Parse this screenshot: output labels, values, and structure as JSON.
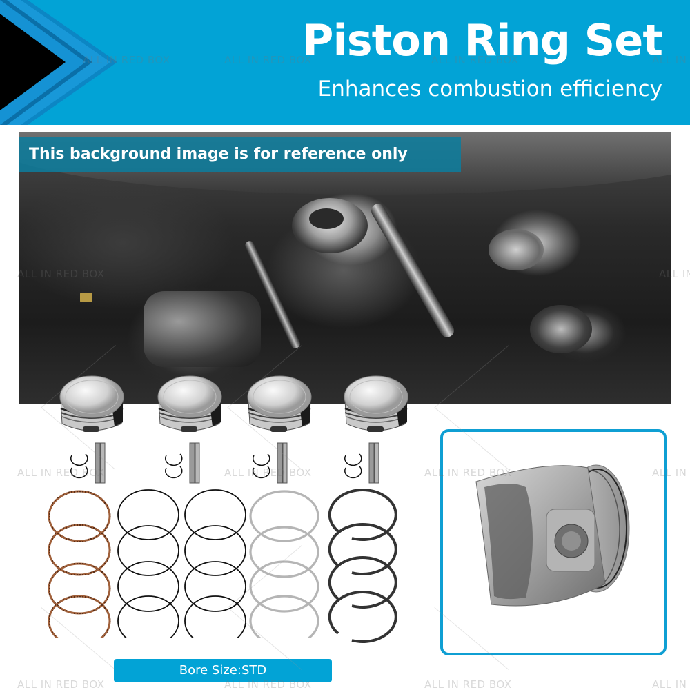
{
  "header": {
    "title": "Piston Ring Set",
    "subtitle": "Enhances combustion efficiency",
    "brand_color": "#02a3d6",
    "chevron_colors": [
      "#000000",
      "#1592d4",
      "#0e8ccc"
    ]
  },
  "hero": {
    "reference_note": "This background image is for reference only",
    "banner_color": "#0e7c9c"
  },
  "kit": {
    "pistons_count": 4,
    "piston_pins_count": 4,
    "circlips_per_piston": 2,
    "ring_columns": [
      {
        "type": "oil-ring-expander",
        "color": "#9a5a34",
        "count": 4
      },
      {
        "type": "compression-ring",
        "color": "#111111",
        "count": 4
      },
      {
        "type": "compression-ring",
        "color": "#111111",
        "count": 4
      },
      {
        "type": "oil-ring-rail",
        "color": "#b5b5b5",
        "count": 4
      },
      {
        "type": "top-compression-ring",
        "color": "#333333",
        "count": 4
      }
    ],
    "bore_label": "Bore Size:STD"
  },
  "detail": {
    "border_color": "#0f9fd3",
    "subject": "piston-closeup"
  },
  "watermark": "ALL IN RED BOX"
}
